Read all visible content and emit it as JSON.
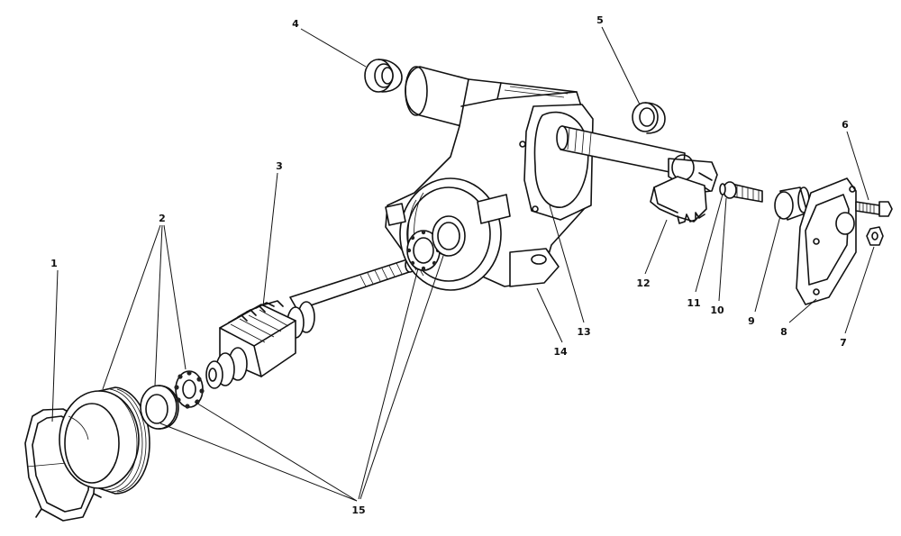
{
  "diagram": {
    "type": "exploded-parts-view",
    "callouts": [
      {
        "id": "c1",
        "label": "1"
      },
      {
        "id": "c2",
        "label": "2"
      },
      {
        "id": "c3",
        "label": "3"
      },
      {
        "id": "c4",
        "label": "4"
      },
      {
        "id": "c5",
        "label": "5"
      },
      {
        "id": "c6",
        "label": "6"
      },
      {
        "id": "c7",
        "label": "7"
      },
      {
        "id": "c8",
        "label": "8"
      },
      {
        "id": "c9",
        "label": "9"
      },
      {
        "id": "c10",
        "label": "10"
      },
      {
        "id": "c11",
        "label": "11"
      },
      {
        "id": "c12",
        "label": "12"
      },
      {
        "id": "c13",
        "label": "13"
      },
      {
        "id": "c14",
        "label": "14"
      },
      {
        "id": "c15",
        "label": "15"
      }
    ]
  }
}
